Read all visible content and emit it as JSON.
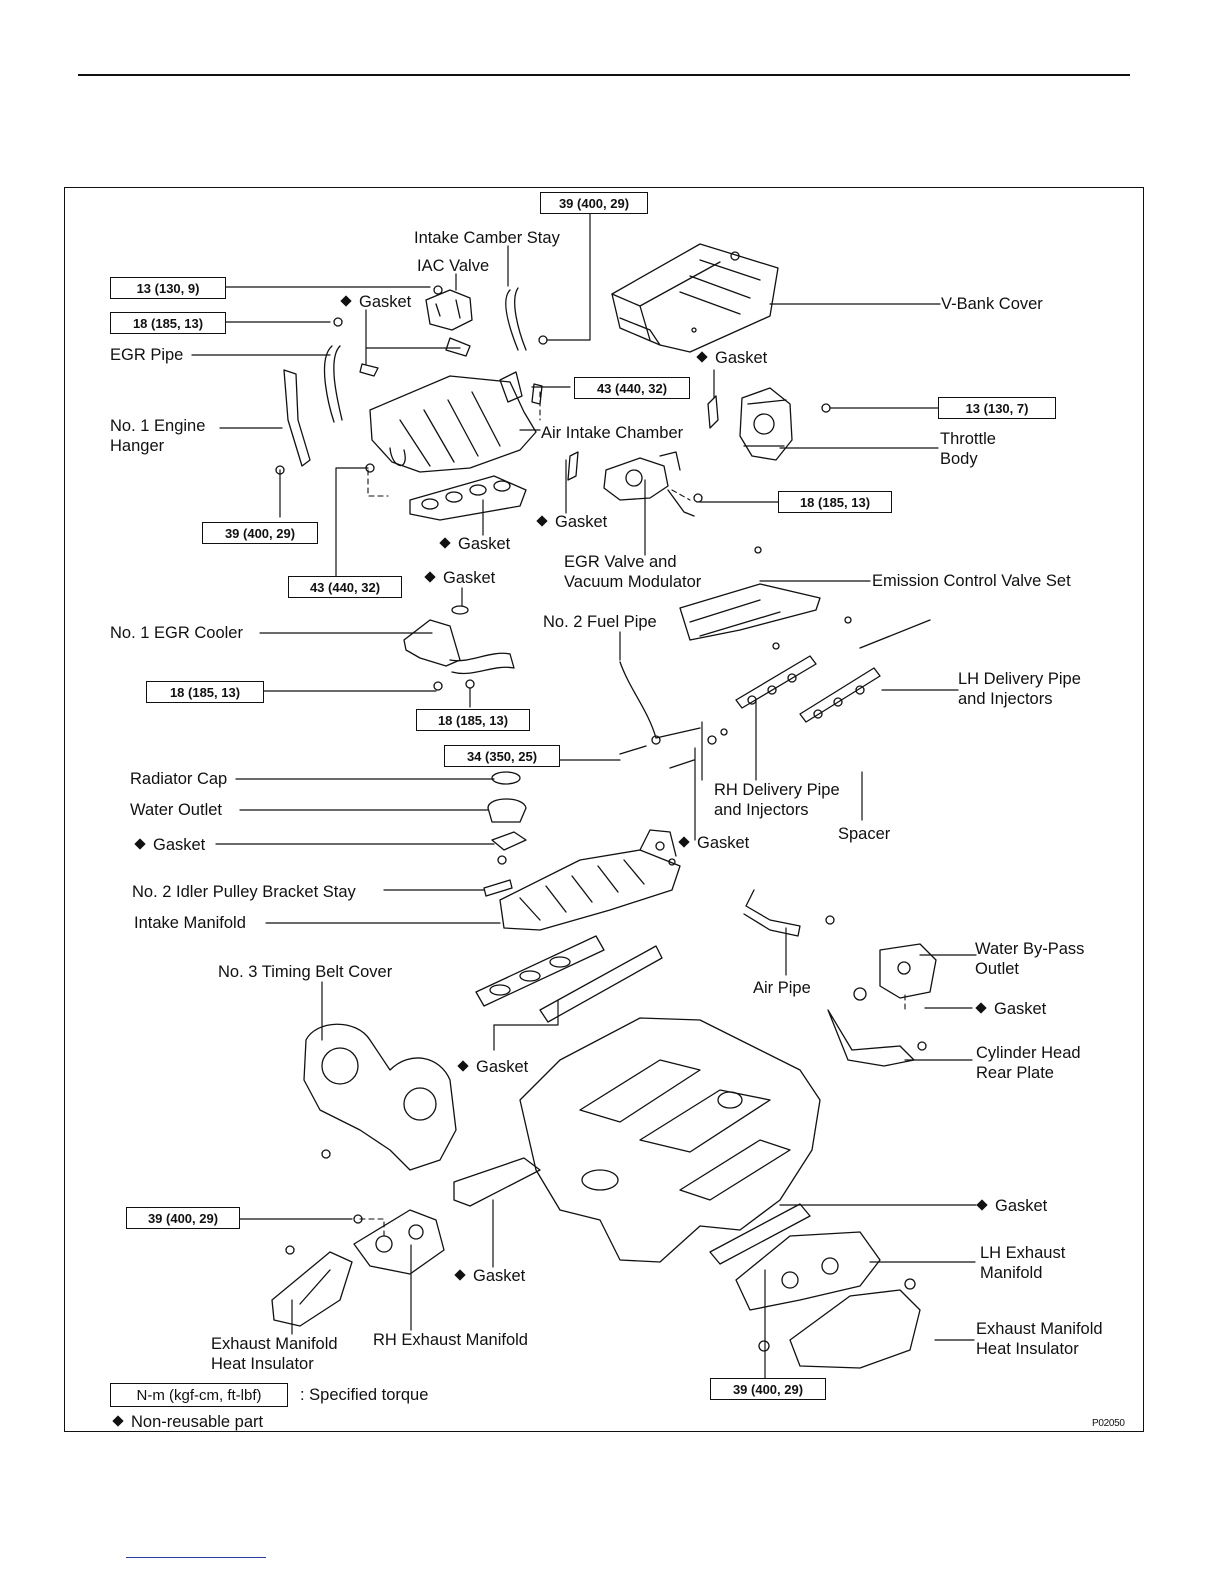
{
  "torque_values": {
    "t39a": "39 (400, 29)",
    "t13a": "13 (130, 9)",
    "t18a": "18 (185, 13)",
    "t43a": "43 (440, 32)",
    "t13b": "13 (130, 7)",
    "t39b": "39 (400, 29)",
    "t18b": "18 (185, 13)",
    "t43b": "43 (440, 32)",
    "t18c": "18 (185, 13)",
    "t18d": "18 (185, 13)",
    "t34": "34 (350, 25)",
    "t39c": "39 (400, 29)",
    "t39d": "39 (400, 29)",
    "legend": "N-m (kgf-cm, ft-lbf)"
  },
  "parts": {
    "intake_camber_stay": "Intake Camber Stay",
    "iac_valve": "IAC Valve",
    "gasket_1": "Gasket",
    "egr_pipe": "EGR Pipe",
    "v_bank_cover": "V-Bank Cover",
    "gasket_2": "Gasket",
    "engine_hanger_1": "No. 1 Engine",
    "engine_hanger_2": "Hanger",
    "air_intake_chamber": "Air Intake Chamber",
    "throttle_body_1": "Throttle",
    "throttle_body_2": "Body",
    "gasket_3": "Gasket",
    "gasket_4": "Gasket",
    "egr_valve_1": "EGR Valve and",
    "egr_valve_2": "Vacuum Modulator",
    "gasket_5": "Gasket",
    "emission_valve_set": "Emission Control Valve Set",
    "egr_cooler": "No. 1 EGR Cooler",
    "fuel_pipe_2": "No. 2 Fuel Pipe",
    "lh_delivery_1": "LH Delivery Pipe",
    "lh_delivery_2": "and Injectors",
    "radiator_cap": "Radiator Cap",
    "water_outlet": "Water Outlet",
    "rh_delivery_1": "RH Delivery Pipe",
    "rh_delivery_2": "and Injectors",
    "gasket_6": "Gasket",
    "spacer": "Spacer",
    "gasket_7": "Gasket",
    "idler_stay": "No. 2 Idler Pulley Bracket Stay",
    "intake_manifold": "Intake Manifold",
    "water_bypass_1": "Water By-Pass",
    "water_bypass_2": "Outlet",
    "timing_cover": "No. 3 Timing Belt Cover",
    "air_pipe": "Air Pipe",
    "gasket_8": "Gasket",
    "gasket_9": "Gasket",
    "cyl_plate_1": "Cylinder Head",
    "cyl_plate_2": "Rear Plate",
    "gasket_10": "Gasket",
    "lh_exhaust_1": "LH Exhaust",
    "lh_exhaust_2": "Manifold",
    "gasket_11": "Gasket",
    "rh_insulator_1": "Exhaust Manifold",
    "rh_insulator_2": "Heat Insulator",
    "rh_exhaust": "RH Exhaust Manifold",
    "lh_insulator_1": "Exhaust Manifold",
    "lh_insulator_2": "Heat Insulator"
  },
  "legend": {
    "torque_text": ": Specified torque",
    "nonreusable_text": "Non-reusable part"
  },
  "figure_code": "P02050"
}
